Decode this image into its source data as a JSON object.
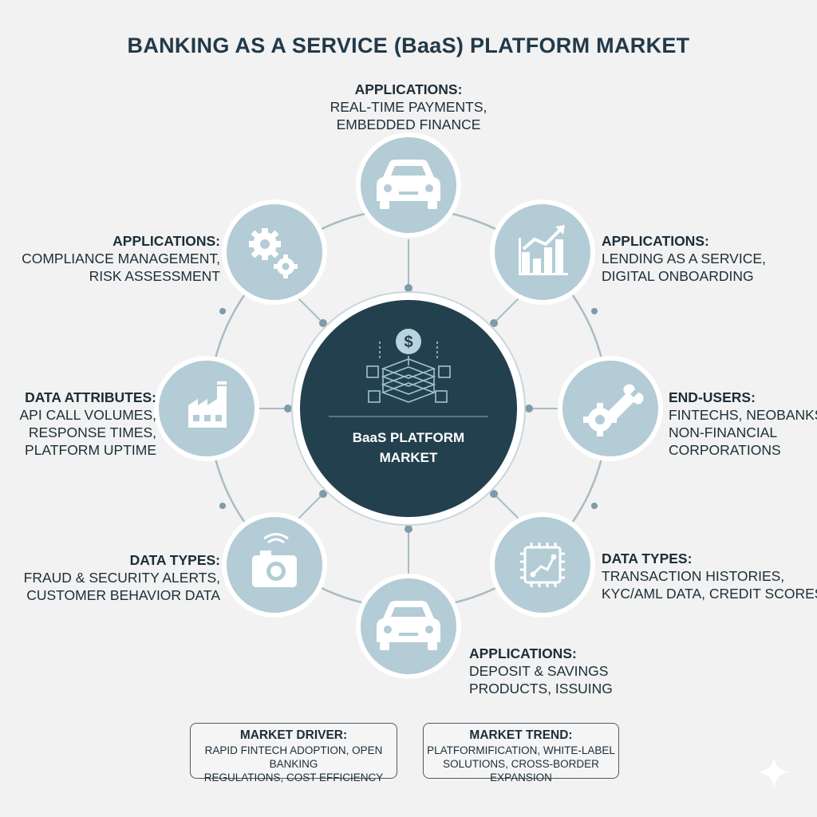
{
  "title": "BANKING AS A SERVICE (BaaS) PLATFORM MARKET",
  "center": {
    "line1": "BaaS PLATFORM",
    "line2": "MARKET",
    "icon": "dollar-stack-icon"
  },
  "colors": {
    "center_fill": "#23404f",
    "node_fill": "#b3ccd6",
    "node_ring": "#ffffff",
    "ring_stroke": "#9fb3bd",
    "icon": "#ffffff"
  },
  "nodes": [
    {
      "id": "top",
      "icon": "car-icon",
      "heading": "APPLICATIONS:",
      "lines": [
        "REAL-TIME PAYMENTS,",
        "EMBEDDED FINANCE"
      ]
    },
    {
      "id": "upper-right",
      "icon": "bar-chart-growth-icon",
      "heading": "APPLICATIONS:",
      "lines": [
        "LENDING AS A SERVICE,",
        "DIGITAL ONBOARDING"
      ]
    },
    {
      "id": "right",
      "icon": "wrench-gear-icon",
      "heading": "END-USERS:",
      "lines": [
        "FINTECHS, NEOBANKS,",
        "NON-FINANCIAL",
        "CORPORATIONS"
      ]
    },
    {
      "id": "lower-right",
      "icon": "chip-icon",
      "heading": "DATA TYPES:",
      "lines": [
        "TRANSACTION HISTORIES,",
        "KYC/AML DATA, CREDIT SCORES"
      ]
    },
    {
      "id": "bottom",
      "icon": "car-icon",
      "heading": "APPLICATIONS:",
      "lines": [
        "DEPOSIT & SAVINGS",
        "PRODUCTS, ISSUING"
      ]
    },
    {
      "id": "lower-left",
      "icon": "camera-icon",
      "heading": "DATA TYPES:",
      "lines": [
        "FRAUD & SECURITY ALERTS,",
        "CUSTOMER BEHAVIOR DATA"
      ]
    },
    {
      "id": "left",
      "icon": "factory-icon",
      "heading": "DATA ATTRIBUTES:",
      "lines": [
        "API CALL VOLUMES,",
        "RESPONSE TIMES,",
        "PLATFORM UPTIME"
      ]
    },
    {
      "id": "upper-left",
      "icon": "gears-icon",
      "heading": "APPLICATIONS:",
      "lines": [
        "COMPLIANCE MANAGEMENT,",
        "RISK ASSESSMENT"
      ]
    }
  ],
  "boxes": [
    {
      "heading": "MARKET DRIVER:",
      "lines": [
        "RAPID FINTECH ADOPTION, OPEN BANKING",
        "REGULATIONS, COST EFFICIENCY"
      ]
    },
    {
      "heading": "MARKET TREND:",
      "lines": [
        "PLATFORMIFICATION, WHITE-LABEL",
        "SOLUTIONS, CROSS-BORDER EXPANSION"
      ]
    }
  ],
  "corner_icon": "sparkle-icon"
}
